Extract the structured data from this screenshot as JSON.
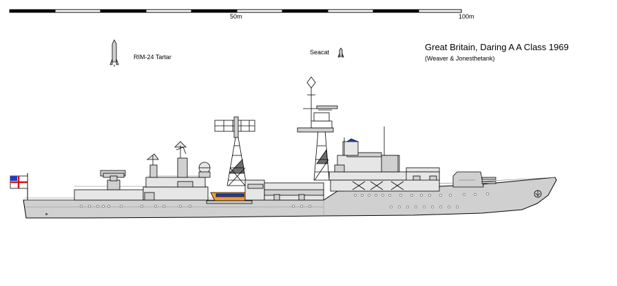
{
  "scale": {
    "mid_label": "50m",
    "end_label": "100m"
  },
  "title": "Great Britain, Daring A A Class 1969",
  "credit": "(Weaver & Jonesthetank)",
  "missiles": {
    "tartar": "RIM-24 Tartar",
    "seacat": "Seacat"
  },
  "colors": {
    "hull": "#d0d0d0",
    "outline": "#000000",
    "deck_fill": "#e6e6e6",
    "boat": "#f29a2e",
    "boat_blue": "#1f3fbf",
    "mast": "#6e6e6e",
    "ensign_red": "#d01010"
  }
}
